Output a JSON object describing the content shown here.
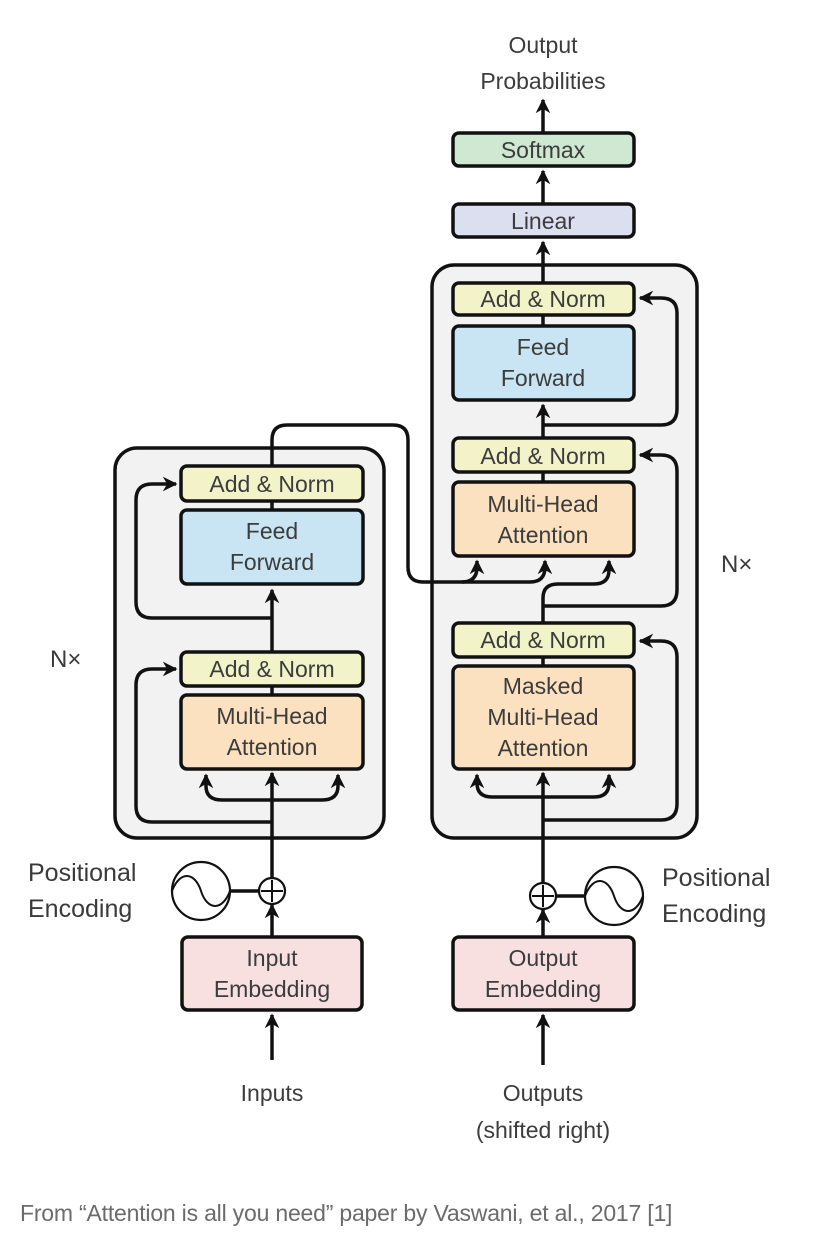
{
  "diagram": {
    "title": "Transformer model architecture",
    "colors": {
      "add_norm": "#f3f3c9",
      "feed_forward": "#c9e5f3",
      "attention": "#fbe1c0",
      "embedding": "#f8e0e1",
      "linear": "#dcdff0",
      "softmax": "#cfe8d2",
      "block_background": "#f2f2f2"
    },
    "top_output": {
      "line1": "Output",
      "line2": "Probabilities"
    },
    "softmax": "Softmax",
    "linear": "Linear",
    "encoder": {
      "repeat": "N×",
      "add_norm_top": "Add & Norm",
      "feed_forward": {
        "line1": "Feed",
        "line2": "Forward"
      },
      "add_norm_bottom": "Add & Norm",
      "attention": {
        "line1": "Multi-Head",
        "line2": "Attention"
      },
      "positional_encoding": {
        "line1": "Positional",
        "line2": "Encoding"
      },
      "embedding": {
        "line1": "Input",
        "line2": "Embedding"
      },
      "input_label": "Inputs"
    },
    "decoder": {
      "repeat": "N×",
      "add_norm_top": "Add & Norm",
      "feed_forward": {
        "line1": "Feed",
        "line2": "Forward"
      },
      "add_norm_middle": "Add & Norm",
      "attention": {
        "line1": "Multi-Head",
        "line2": "Attention"
      },
      "add_norm_bottom": "Add & Norm",
      "masked_attention": {
        "line1": "Masked",
        "line2": "Multi-Head",
        "line3": "Attention"
      },
      "positional_encoding": {
        "line1": "Positional",
        "line2": "Encoding"
      },
      "embedding": {
        "line1": "Output",
        "line2": "Embedding"
      },
      "input_label": {
        "line1": "Outputs",
        "line2": "(shifted right)"
      }
    }
  },
  "caption": "From “Attention is all you need” paper by Vaswani, et al., 2017 [1]"
}
